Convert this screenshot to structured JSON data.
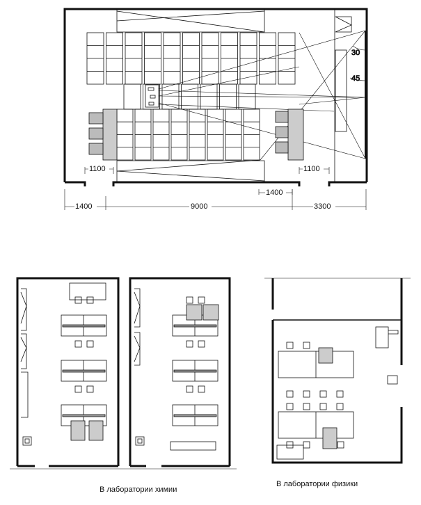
{
  "plan": {
    "dims": {
      "door_left": "1100",
      "door_right": "1100",
      "aisle": "1400",
      "left_segment": "1400",
      "middle_segment": "9000",
      "right_segment": "3300"
    },
    "angles": {
      "upper": "30",
      "lower": "45"
    }
  },
  "captions": {
    "chemistry": "В лаборатории химии",
    "physics": "В лаборатории физики"
  }
}
